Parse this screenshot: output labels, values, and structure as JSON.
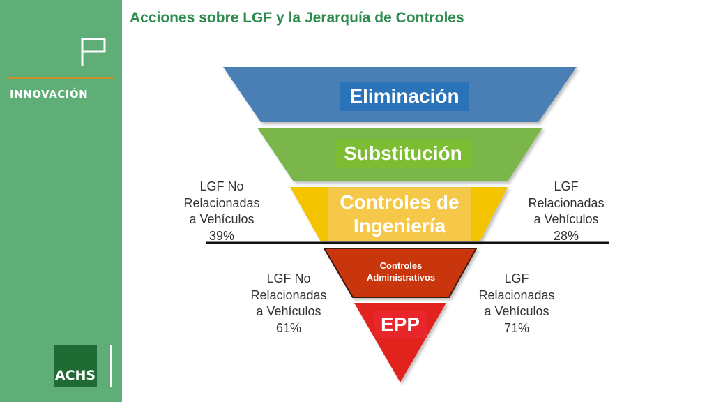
{
  "header": {
    "title": "Acciones sobre LGF y la Jerarquía de Controles"
  },
  "sidebar": {
    "section_label": "INNOVACIÓN",
    "icon": "flag-icon"
  },
  "logo": {
    "text": "ACHS"
  },
  "pyramid": {
    "levels": [
      {
        "label": "Eliminación",
        "color": "#4a7fb5"
      },
      {
        "label": "Substitución",
        "color": "#7ab648"
      },
      {
        "label_line1": "Controles de",
        "label_line2": "Ingeniería",
        "color": "#f5c400"
      },
      {
        "label_line1": "Controles",
        "label_line2": "Administrativos",
        "color": "#c9350f"
      },
      {
        "label": "EPP",
        "color": "#e2201f"
      }
    ]
  },
  "annotations": {
    "upper_left": {
      "l1": "LGF No",
      "l2": "Relacionadas",
      "l3": "a Vehículos",
      "pct": "39%"
    },
    "upper_right": {
      "l1": "LGF",
      "l2": "Relacionadas",
      "l3": "a Vehículos",
      "pct": "28%"
    },
    "lower_left": {
      "l1": "LGF No",
      "l2": "Relacionadas",
      "l3": "a Vehículos",
      "pct": "61%"
    },
    "lower_right": {
      "l1": "LGF",
      "l2": "Relacionadas",
      "l3": "a Vehículos",
      "pct": "71%"
    }
  }
}
